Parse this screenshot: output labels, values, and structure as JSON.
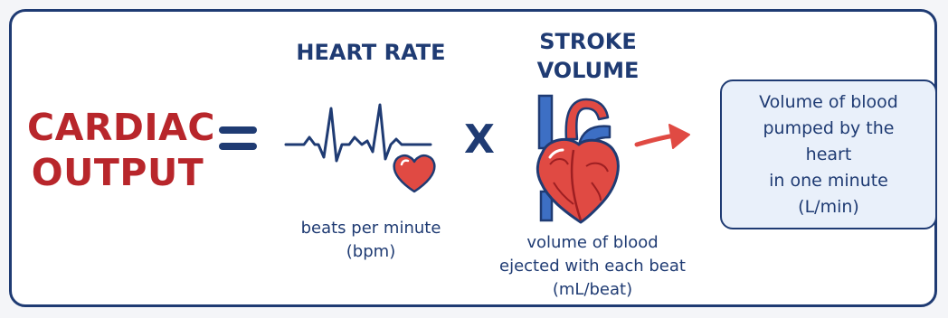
{
  "formula": {
    "lhs_line1": "CARDIAC",
    "lhs_line2": "OUTPUT",
    "equals_sign": "=",
    "times_sign": "X"
  },
  "heart_rate": {
    "title": "HEART RATE",
    "caption_line1": "beats per minute",
    "caption_line2": "(bpm)"
  },
  "stroke_volume": {
    "title_line1": "STROKE",
    "title_line2": "VOLUME",
    "caption_line1": "volume of blood",
    "caption_line2": "ejected with each beat",
    "caption_line3": "(mL/beat)"
  },
  "definition": {
    "line1": "Volume of blood",
    "line2": "pumped by the heart",
    "line3": "in one minute",
    "line4": "(L/min)"
  },
  "colors": {
    "accent_red": "#b8262b",
    "navy": "#1f3b73",
    "box_fill": "#e9f0fa",
    "heart_red": "#e04a43",
    "vessel_blue": "#3d6fc4"
  },
  "icons": [
    "ecg-waveform-icon",
    "small-heart-icon",
    "anatomical-heart-icon",
    "right-arrow-icon"
  ]
}
